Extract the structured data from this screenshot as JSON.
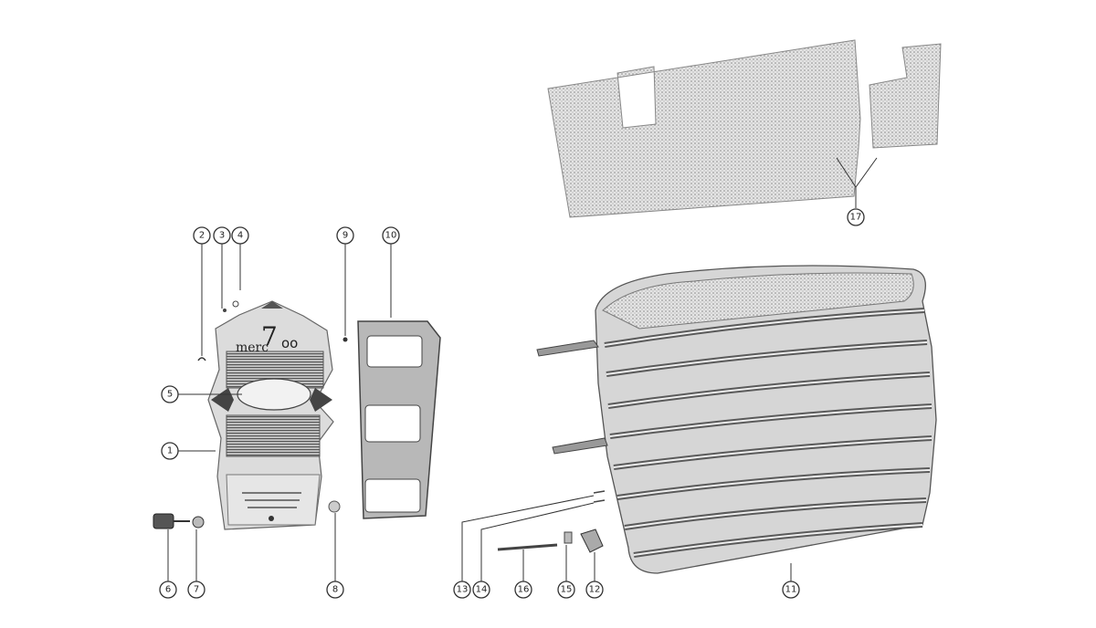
{
  "diagram": {
    "callouts": [
      {
        "id": "c2",
        "label": "2"
      },
      {
        "id": "c3",
        "label": "3"
      },
      {
        "id": "c4",
        "label": "4"
      },
      {
        "id": "c9",
        "label": "9"
      },
      {
        "id": "c10",
        "label": "10"
      },
      {
        "id": "c5",
        "label": "5"
      },
      {
        "id": "c1",
        "label": "1"
      },
      {
        "id": "c6",
        "label": "6"
      },
      {
        "id": "c7",
        "label": "7"
      },
      {
        "id": "c8",
        "label": "8"
      },
      {
        "id": "c13",
        "label": "13"
      },
      {
        "id": "c14",
        "label": "14"
      },
      {
        "id": "c16",
        "label": "16"
      },
      {
        "id": "c15",
        "label": "15"
      },
      {
        "id": "c12",
        "label": "12"
      },
      {
        "id": "c11",
        "label": "11"
      },
      {
        "id": "c17",
        "label": "17"
      }
    ],
    "logo_text": "merc",
    "logo_number": "7",
    "logo_suffix": "oo"
  }
}
